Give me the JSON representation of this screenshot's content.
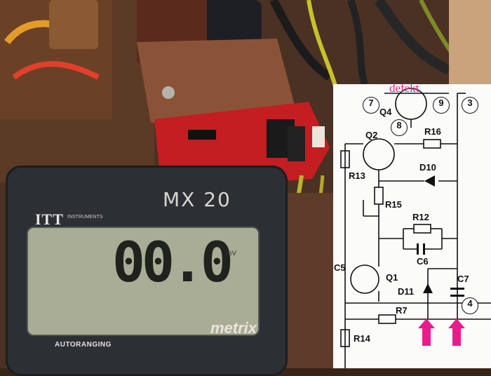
{
  "meter": {
    "brand": "ITT",
    "brand_sub": "INSTRUMENTS",
    "model": "MX 20",
    "reading": "00.0",
    "unit": "mV",
    "maker": "metrix",
    "mode": "AUTORANGING"
  },
  "schematic": {
    "note": "defekt",
    "components": [
      "Q4",
      "Q2",
      "R16",
      "R13",
      "D10",
      "R15",
      "R12",
      "C6",
      "C5",
      "Q1",
      "D11",
      "C7",
      "R7",
      "R14"
    ],
    "nodes": [
      "7",
      "9",
      "3",
      "8",
      "4"
    ],
    "arrow_color": "#e91c8c"
  },
  "colors": {
    "board": "#c41d22",
    "lcd": "#a9ad96",
    "meter_body": "#2c2f34"
  }
}
